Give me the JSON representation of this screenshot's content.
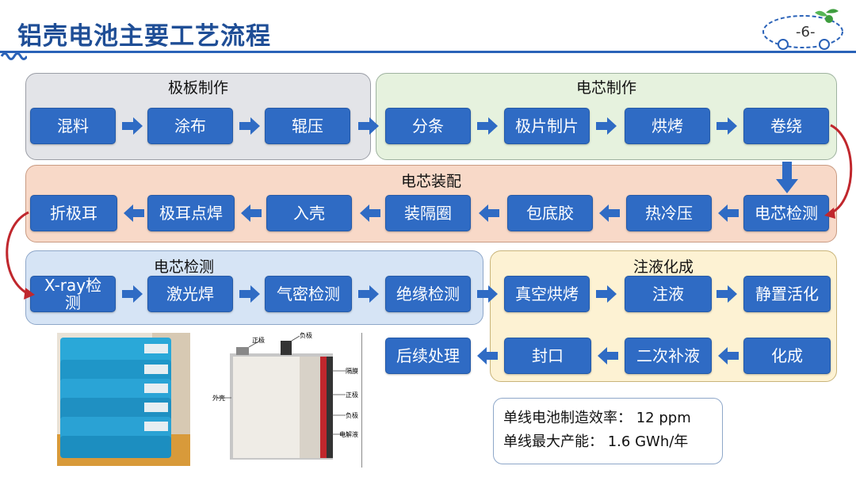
{
  "header": {
    "title": "铝壳电池主要工艺流程",
    "page": "-6-"
  },
  "groups": {
    "plate": {
      "title": "极板制作",
      "steps": [
        "混料",
        "涂布",
        "辊压"
      ]
    },
    "cell": {
      "title": "电芯制作",
      "steps": [
        "分条",
        "极片制片",
        "烘烤",
        "卷绕"
      ]
    },
    "assembly": {
      "title": "电芯装配",
      "steps": [
        "电芯检测",
        "热冷压",
        "包底胶",
        "装隔圈",
        "入壳",
        "极耳点焊",
        "折极耳"
      ]
    },
    "inspect": {
      "title": "电芯检测",
      "steps": [
        "X-ray检\n测",
        "激光焊",
        "气密检测",
        "绝缘检测"
      ]
    },
    "formation": {
      "title": "注液化成",
      "steps": [
        "真空烘烤",
        "注液",
        "静置活化",
        "化成",
        "二次补液",
        "封口",
        "后续处理"
      ]
    }
  },
  "diagram_labels": {
    "pos": "正极",
    "neg": "负极",
    "sep": "隔膜",
    "pos2": "正极",
    "neg2": "负极",
    "elec": "电解液",
    "shell": "外壳"
  },
  "info": {
    "line1": "单线电池制造效率：  12 ppm",
    "line2": "单线最大产能：  1.6 GWh/年"
  },
  "colors": {
    "step": "#2f6bc4",
    "accent": "#1f4e96",
    "curve": "#c0272d"
  }
}
